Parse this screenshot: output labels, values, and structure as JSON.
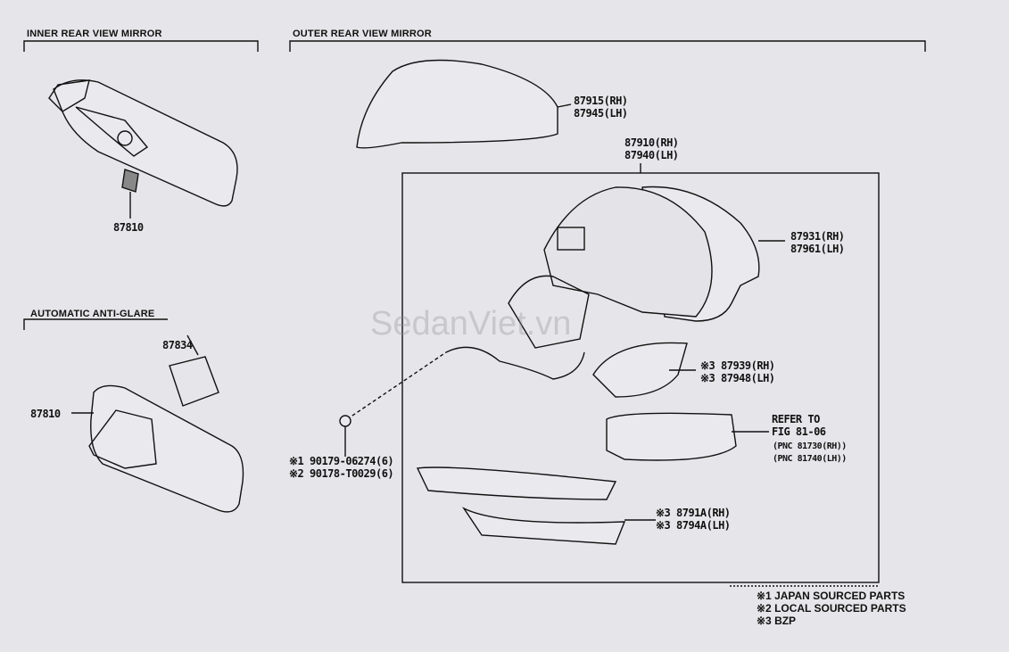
{
  "sections": {
    "inner": "INNER REAR VIEW MIRROR",
    "outer": "OUTER REAR VIEW MIRROR",
    "anti_glare": "AUTOMATIC ANTI-GLARE"
  },
  "parts": {
    "inner_mirror": "87810",
    "anti_glare_cover": "87834",
    "anti_glare_mirror": "87810",
    "cover_rh": "87915(RH)",
    "cover_lh": "87945(LH)",
    "assy_rh": "87910(RH)",
    "assy_lh": "87940(LH)",
    "glass_rh": "87931(RH)",
    "glass_lh": "87961(LH)",
    "lower_rh": "※3 87939(RH)",
    "lower_lh": "※3 87948(LH)",
    "refer_1": "REFER TO",
    "refer_2": "FIG 81-06",
    "refer_3": "(PNC 81730(RH))",
    "refer_4": "(PNC 81740(LH))",
    "clip_1": "※1 90179-06274(6)",
    "clip_2": "※2 90178-T0029(6)",
    "base_rh": "※3 8791A(RH)",
    "base_lh": "※3 8794A(LH)"
  },
  "notes": [
    "※1 JAPAN SOURCED PARTS",
    "※2 LOCAL SOURCED PARTS",
    "※3 BZP"
  ],
  "watermark": "SedanViet.vn"
}
